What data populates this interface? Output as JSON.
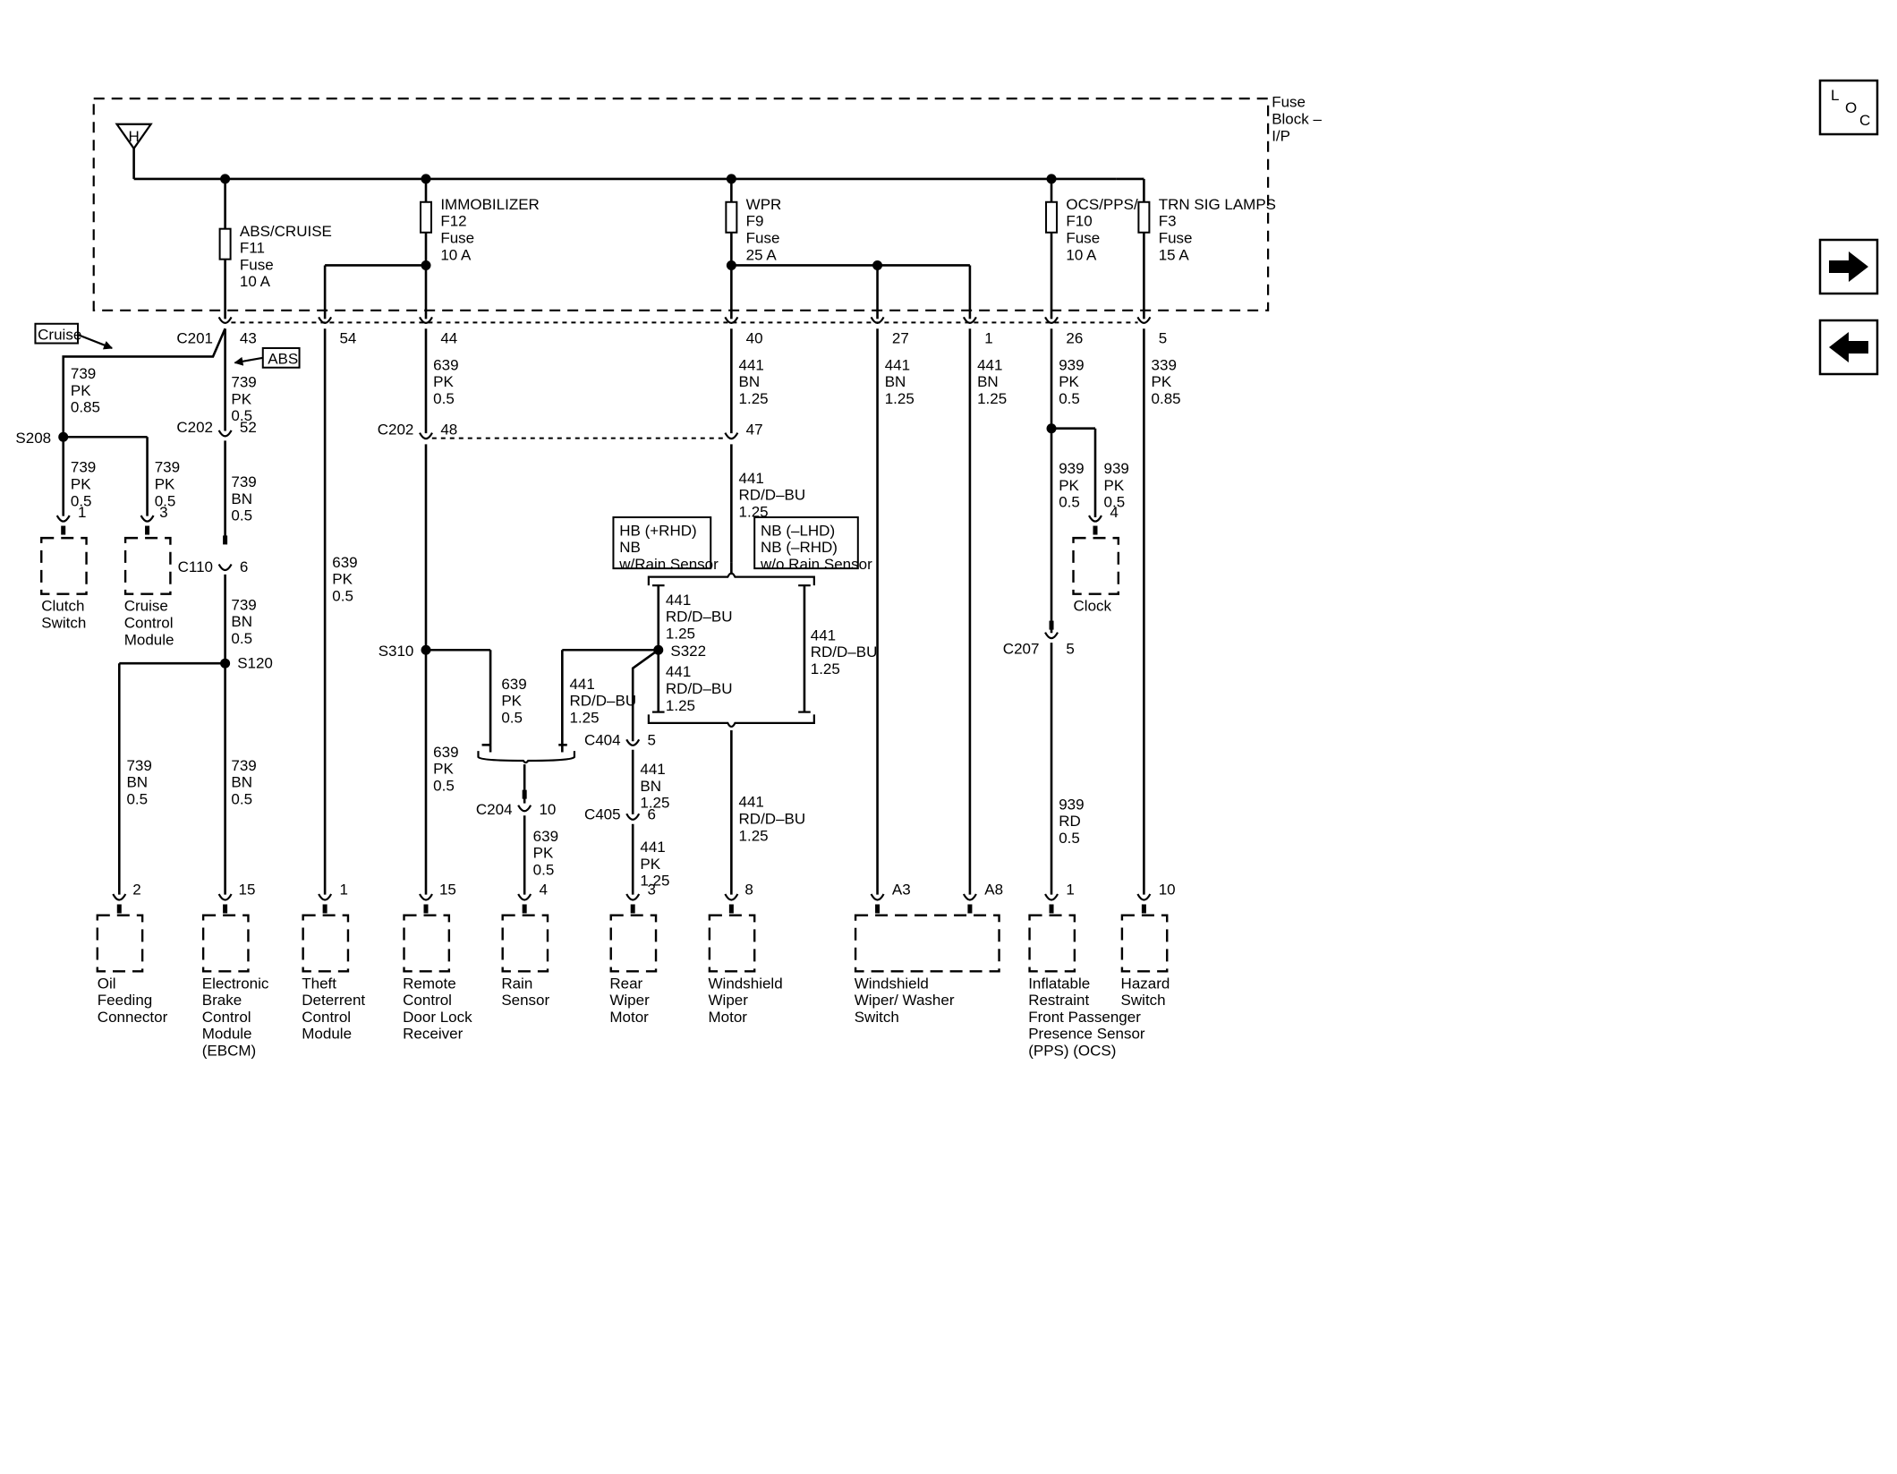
{
  "fuse_block": {
    "label_lines": [
      "Fuse",
      "Block –",
      "I/P"
    ],
    "feed_symbol": "H"
  },
  "loc_icon": {
    "letters": [
      "L",
      "O",
      "C"
    ]
  },
  "nav": {
    "forward": "forward-arrow-icon",
    "back": "back-arrow-icon"
  },
  "fuses": [
    {
      "id": "f11",
      "lines": [
        "ABS/CRUISE",
        "F11",
        "Fuse",
        "10 A"
      ]
    },
    {
      "id": "f12",
      "lines": [
        "IMMOBILIZER",
        "F12",
        "Fuse",
        "10 A"
      ]
    },
    {
      "id": "f9",
      "lines": [
        "WPR",
        "F9",
        "Fuse",
        "25 A"
      ]
    },
    {
      "id": "f10",
      "lines": [
        "OCS/PPS/",
        "F10",
        "Fuse",
        "10 A"
      ]
    },
    {
      "id": "f3",
      "lines": [
        "TRN SIG LAMPS",
        "F3",
        "Fuse",
        "15 A"
      ]
    }
  ],
  "callouts": {
    "cruise": "Cruise",
    "abs": "ABS"
  },
  "connectors": [
    {
      "id": "c201",
      "name": "C201",
      "pins": [
        "43",
        "54",
        "44",
        "40",
        "27",
        "1",
        "26",
        "5"
      ]
    },
    {
      "id": "c202a",
      "name": "C202",
      "pins": [
        "52"
      ]
    },
    {
      "id": "c202b",
      "name": "C202",
      "pins": [
        "48",
        "47"
      ]
    },
    {
      "id": "c110",
      "name": "C110",
      "pins": [
        "6"
      ]
    },
    {
      "id": "c204",
      "name": "C204",
      "pins": [
        "10"
      ]
    },
    {
      "id": "c404",
      "name": "C404",
      "pins": [
        "5"
      ]
    },
    {
      "id": "c405",
      "name": "C405",
      "pins": [
        "6"
      ]
    },
    {
      "id": "c207",
      "name": "C207",
      "pins": [
        "5"
      ]
    }
  ],
  "splices": [
    "S208",
    "S120",
    "S310",
    "S322"
  ],
  "wires": {
    "w1": [
      "739",
      "PK",
      "0.85"
    ],
    "w2": [
      "739",
      "PK",
      "0.5"
    ],
    "w3": [
      "739",
      "PK",
      "0.5"
    ],
    "w4": [
      "739",
      "PK",
      "0.5"
    ],
    "w5": [
      "739",
      "BN",
      "0.5"
    ],
    "w6": [
      "739",
      "BN",
      "0.5"
    ],
    "w7": [
      "739",
      "BN",
      "0.5"
    ],
    "w8": [
      "739",
      "BN",
      "0.5"
    ],
    "w9": [
      "639",
      "PK",
      "0.5"
    ],
    "w10": [
      "639",
      "PK",
      "0.5"
    ],
    "w11": [
      "639",
      "PK",
      "0.5"
    ],
    "w12": [
      "639",
      "PK",
      "0.5"
    ],
    "w13": [
      "639",
      "PK",
      "0.5"
    ],
    "w14": [
      "441",
      "BN",
      "1.25"
    ],
    "w15": [
      "441",
      "RD/D–BU",
      "1.25"
    ],
    "w16": [
      "441",
      "RD/D–BU",
      "1.25"
    ],
    "w17": [
      "441",
      "RD/D–BU",
      "1.25"
    ],
    "w18": [
      "441",
      "RD/D–BU",
      "1.25"
    ],
    "w19": [
      "441",
      "RD/D–BU",
      "1.25"
    ],
    "w20": [
      "441",
      "BN",
      "1.25"
    ],
    "w21": [
      "441",
      "PK",
      "1.25"
    ],
    "w22": [
      "441",
      "RD/D–BU",
      "1.25"
    ],
    "w23": [
      "441",
      "BN",
      "1.25"
    ],
    "w24": [
      "441",
      "BN",
      "1.25"
    ],
    "w25": [
      "939",
      "PK",
      "0.5"
    ],
    "w26": [
      "939",
      "PK",
      "0.5"
    ],
    "w27": [
      "939",
      "PK",
      "0.5"
    ],
    "w28": [
      "939",
      "RD",
      "0.5"
    ],
    "w29": [
      "339",
      "PK",
      "0.85"
    ]
  },
  "option_boxes": {
    "rhd": [
      "HB (+RHD)",
      "NB",
      "w/Rain Sensor"
    ],
    "lhd": [
      "NB (–LHD)",
      "NB (–RHD)",
      "w/o Rain Sensor"
    ]
  },
  "components": [
    {
      "id": "clutch",
      "pin": "1",
      "lines": [
        "Clutch",
        "Switch"
      ]
    },
    {
      "id": "ccm",
      "pin": "3",
      "lines": [
        "Cruise",
        "Control",
        "Module"
      ]
    },
    {
      "id": "oil",
      "pin": "2",
      "lines": [
        "Oil",
        "Feeding",
        "Connector"
      ]
    },
    {
      "id": "ebcm",
      "pin": "15",
      "lines": [
        "Electronic",
        "Brake",
        "Control",
        "Module",
        "(EBCM)"
      ]
    },
    {
      "id": "theft",
      "pin": "1",
      "lines": [
        "Theft",
        "Deterrent",
        "Control",
        "Module"
      ]
    },
    {
      "id": "rcdlr",
      "pin": "15",
      "lines": [
        "Remote",
        "Control",
        "Door Lock",
        "Receiver"
      ]
    },
    {
      "id": "rain",
      "pin": "4",
      "lines": [
        "Rain",
        "Sensor"
      ]
    },
    {
      "id": "rwm",
      "pin": "3",
      "lines": [
        "Rear",
        "Wiper",
        "Motor"
      ]
    },
    {
      "id": "wwm",
      "pin": "8",
      "lines": [
        "Windshield",
        "Wiper",
        "Motor"
      ]
    },
    {
      "id": "wws",
      "pins": [
        "A3",
        "A8"
      ],
      "lines": [
        "Windshield",
        "Wiper/ Washer",
        "Switch"
      ]
    },
    {
      "id": "irpps",
      "pin": "1",
      "lines": [
        "Inflatable",
        "Restraint",
        "Front Passenger",
        "Presence Sensor",
        "(PPS) (OCS)"
      ]
    },
    {
      "id": "hazard",
      "pin": "10",
      "lines": [
        "Hazard",
        "Switch"
      ]
    },
    {
      "id": "clock",
      "pin": "4",
      "lines": [
        "Clock"
      ]
    }
  ]
}
